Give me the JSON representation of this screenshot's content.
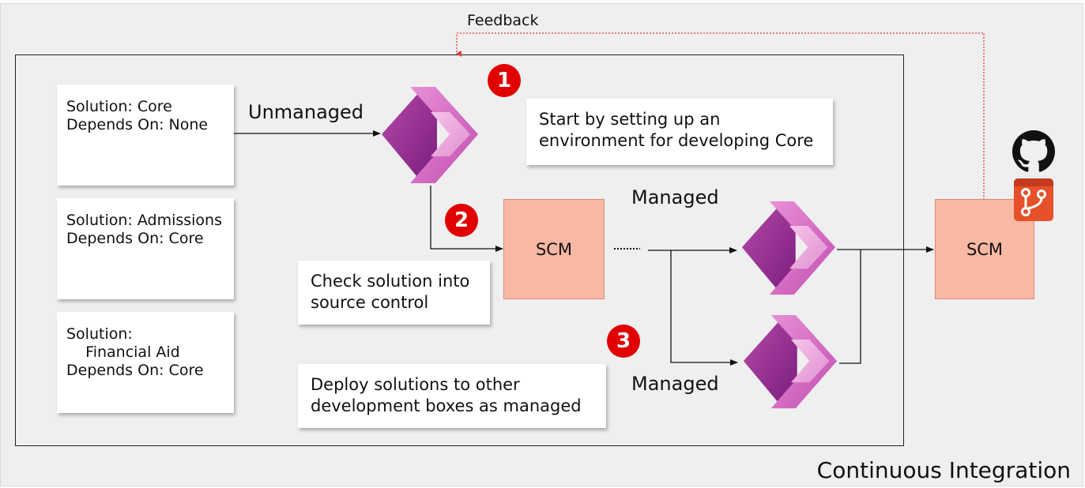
{
  "feedback_label": "Feedback",
  "solutions": [
    {
      "label": "Solution: Core\nDepends On: None"
    },
    {
      "label": "Solution: Admissions\nDepends On: Core"
    },
    {
      "label": "Solution:\n    Financial Aid\nDepends On: Core"
    }
  ],
  "edges": {
    "unmanaged": "Unmanaged",
    "managed_top": "Managed",
    "managed_bottom": "Managed"
  },
  "steps": [
    {
      "number": "1",
      "text": "Start by setting up an environment for developing Core"
    },
    {
      "number": "2",
      "text": "Check solution into source control"
    },
    {
      "number": "3",
      "text": "Deploy solutions to other development boxes as managed"
    }
  ],
  "scm_left": "SCM",
  "scm_right": "SCM",
  "footer_label": "Continuous Integration",
  "icons": {
    "app": "power-apps-logo-icon",
    "github": "github-icon",
    "repo": "azure-repos-icon"
  },
  "colors": {
    "scm_fill": "#f9b8a3",
    "badge": "#e00000",
    "feedback_line": "#e23a3a"
  }
}
